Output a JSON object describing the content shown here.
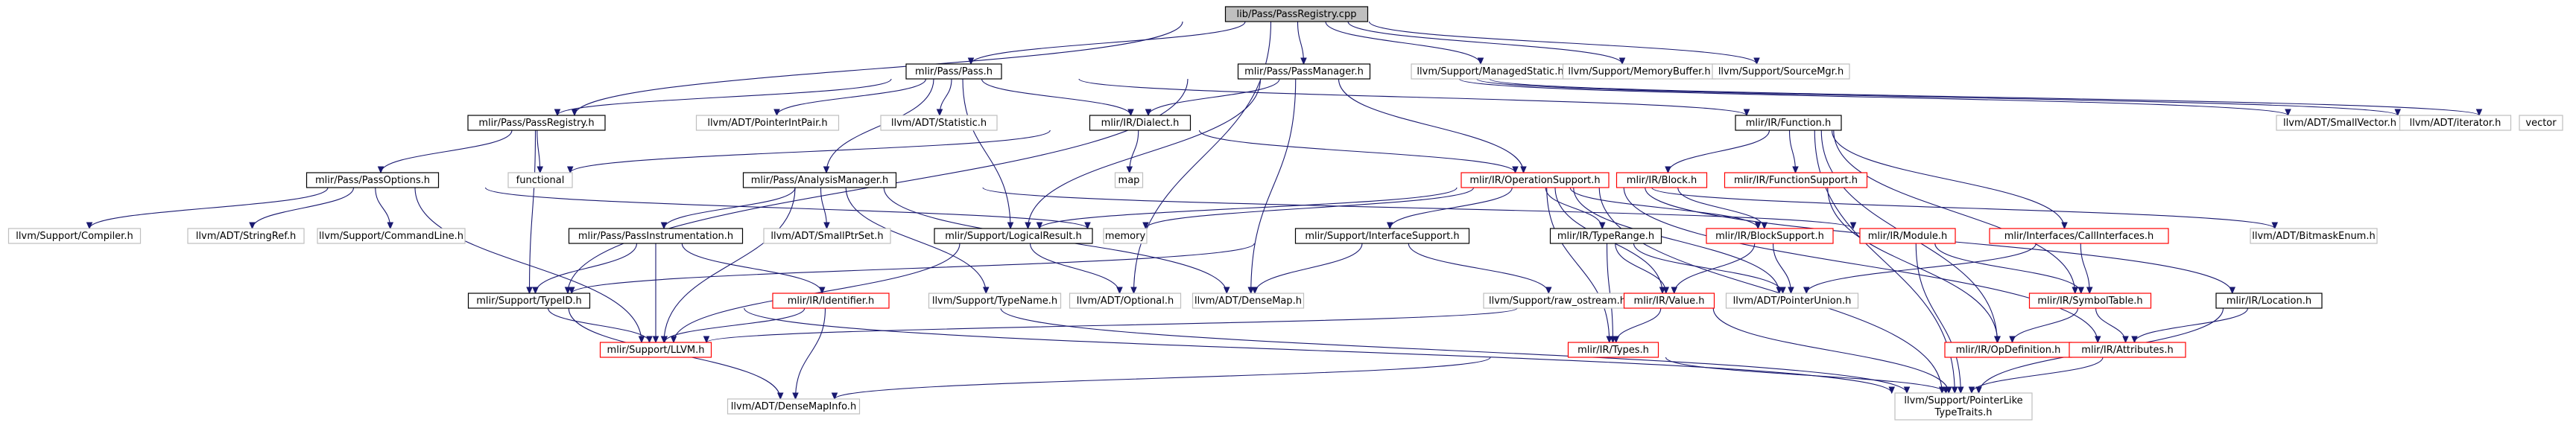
{
  "palette": {
    "root_fill": "#bfbfbf",
    "root_border": "#000000",
    "documented_border": "#000000",
    "red_border": "#ff0000",
    "external_border": "#bfbfbf",
    "edge": "#191970"
  },
  "nodes": [
    {
      "id": "root",
      "lines": [
        "lib/Pass/PassRegistry.cpp"
      ],
      "kind": "root"
    },
    {
      "id": "pass_h",
      "lines": [
        "mlir/Pass/Pass.h"
      ],
      "kind": "documented"
    },
    {
      "id": "passmanager_h",
      "lines": [
        "mlir/Pass/PassManager.h"
      ],
      "kind": "documented"
    },
    {
      "id": "managedstatic",
      "lines": [
        "llvm/Support/ManagedStatic.h"
      ],
      "kind": "external"
    },
    {
      "id": "memorybuffer",
      "lines": [
        "llvm/Support/MemoryBuffer.h"
      ],
      "kind": "external"
    },
    {
      "id": "sourcemgr",
      "lines": [
        "llvm/Support/SourceMgr.h"
      ],
      "kind": "external"
    },
    {
      "id": "passregistry_h",
      "lines": [
        "mlir/Pass/PassRegistry.h"
      ],
      "kind": "documented"
    },
    {
      "id": "pointerintpair",
      "lines": [
        "llvm/ADT/PointerIntPair.h"
      ],
      "kind": "external"
    },
    {
      "id": "statistic",
      "lines": [
        "llvm/ADT/Statistic.h"
      ],
      "kind": "external"
    },
    {
      "id": "dialect_h",
      "lines": [
        "mlir/IR/Dialect.h"
      ],
      "kind": "documented"
    },
    {
      "id": "function_h",
      "lines": [
        "mlir/IR/Function.h"
      ],
      "kind": "documented"
    },
    {
      "id": "smallvector",
      "lines": [
        "llvm/ADT/SmallVector.h"
      ],
      "kind": "external"
    },
    {
      "id": "iterator",
      "lines": [
        "llvm/ADT/iterator.h"
      ],
      "kind": "external"
    },
    {
      "id": "vector",
      "lines": [
        "vector"
      ],
      "kind": "external"
    },
    {
      "id": "functional",
      "lines": [
        "functional"
      ],
      "kind": "external"
    },
    {
      "id": "passoptions_h",
      "lines": [
        "mlir/Pass/PassOptions.h"
      ],
      "kind": "documented"
    },
    {
      "id": "analysismanager_h",
      "lines": [
        "mlir/Pass/AnalysisManager.h"
      ],
      "kind": "documented"
    },
    {
      "id": "map",
      "lines": [
        "map"
      ],
      "kind": "external"
    },
    {
      "id": "operationsupport_h",
      "lines": [
        "mlir/IR/OperationSupport.h"
      ],
      "kind": "red"
    },
    {
      "id": "block_h",
      "lines": [
        "mlir/IR/Block.h"
      ],
      "kind": "red"
    },
    {
      "id": "functionsupport_h",
      "lines": [
        "mlir/IR/FunctionSupport.h"
      ],
      "kind": "red"
    },
    {
      "id": "compiler",
      "lines": [
        "llvm/Support/Compiler.h"
      ],
      "kind": "external"
    },
    {
      "id": "stringref",
      "lines": [
        "llvm/ADT/StringRef.h"
      ],
      "kind": "external"
    },
    {
      "id": "commandline",
      "lines": [
        "llvm/Support/CommandLine.h"
      ],
      "kind": "external"
    },
    {
      "id": "passinstrumentation_h",
      "lines": [
        "mlir/Pass/PassInstrumentation.h"
      ],
      "kind": "documented"
    },
    {
      "id": "smallptrset",
      "lines": [
        "llvm/ADT/SmallPtrSet.h"
      ],
      "kind": "external"
    },
    {
      "id": "logicalresult_h",
      "lines": [
        "mlir/Support/LogicalResult.h"
      ],
      "kind": "documented"
    },
    {
      "id": "memory",
      "lines": [
        "memory"
      ],
      "kind": "external"
    },
    {
      "id": "interfacesupport_h",
      "lines": [
        "mlir/Support/InterfaceSupport.h"
      ],
      "kind": "documented"
    },
    {
      "id": "typerange_h",
      "lines": [
        "mlir/IR/TypeRange.h"
      ],
      "kind": "documented"
    },
    {
      "id": "blocksupport_h",
      "lines": [
        "mlir/IR/BlockSupport.h"
      ],
      "kind": "red"
    },
    {
      "id": "module_h",
      "lines": [
        "mlir/IR/Module.h"
      ],
      "kind": "red"
    },
    {
      "id": "callinterfaces_h",
      "lines": [
        "mlir/Interfaces/CallInterfaces.h"
      ],
      "kind": "red"
    },
    {
      "id": "bitmaskenum",
      "lines": [
        "llvm/ADT/BitmaskEnum.h"
      ],
      "kind": "external"
    },
    {
      "id": "typeid_h",
      "lines": [
        "mlir/Support/TypeID.h"
      ],
      "kind": "documented"
    },
    {
      "id": "identifier_h",
      "lines": [
        "mlir/IR/Identifier.h"
      ],
      "kind": "red"
    },
    {
      "id": "typename",
      "lines": [
        "llvm/Support/TypeName.h"
      ],
      "kind": "external"
    },
    {
      "id": "optional",
      "lines": [
        "llvm/ADT/Optional.h"
      ],
      "kind": "external"
    },
    {
      "id": "densemap",
      "lines": [
        "llvm/ADT/DenseMap.h"
      ],
      "kind": "external"
    },
    {
      "id": "raw_ostream",
      "lines": [
        "llvm/Support/raw_ostream.h"
      ],
      "kind": "external"
    },
    {
      "id": "value_h",
      "lines": [
        "mlir/IR/Value.h"
      ],
      "kind": "red"
    },
    {
      "id": "pointerunion",
      "lines": [
        "llvm/ADT/PointerUnion.h"
      ],
      "kind": "external"
    },
    {
      "id": "symboltable_h",
      "lines": [
        "mlir/IR/SymbolTable.h"
      ],
      "kind": "red"
    },
    {
      "id": "location_h",
      "lines": [
        "mlir/IR/Location.h"
      ],
      "kind": "documented"
    },
    {
      "id": "llvm_h",
      "lines": [
        "mlir/Support/LLVM.h"
      ],
      "kind": "red"
    },
    {
      "id": "types_h",
      "lines": [
        "mlir/IR/Types.h"
      ],
      "kind": "red"
    },
    {
      "id": "opdefinition_h",
      "lines": [
        "mlir/IR/OpDefinition.h"
      ],
      "kind": "red"
    },
    {
      "id": "attributes_h",
      "lines": [
        "mlir/IR/Attributes.h"
      ],
      "kind": "red"
    },
    {
      "id": "densemapinfo",
      "lines": [
        "llvm/ADT/DenseMapInfo.h"
      ],
      "kind": "external"
    },
    {
      "id": "pointerliketypetraits",
      "lines": [
        "llvm/Support/PointerLike",
        "TypeTraits.h"
      ],
      "kind": "external"
    }
  ],
  "edges": [
    [
      "root",
      "pass_h"
    ],
    [
      "root",
      "passmanager_h"
    ],
    [
      "root",
      "managedstatic"
    ],
    [
      "root",
      "memorybuffer"
    ],
    [
      "root",
      "sourcemgr"
    ],
    [
      "root",
      "passregistry_h"
    ],
    [
      "root",
      "optional"
    ],
    [
      "pass_h",
      "passregistry_h"
    ],
    [
      "pass_h",
      "pointerintpair"
    ],
    [
      "pass_h",
      "statistic"
    ],
    [
      "pass_h",
      "dialect_h"
    ],
    [
      "pass_h",
      "analysismanager_h"
    ],
    [
      "pass_h",
      "logicalresult_h"
    ],
    [
      "pass_h",
      "function_h"
    ],
    [
      "passmanager_h",
      "dialect_h"
    ],
    [
      "passmanager_h",
      "operationsupport_h"
    ],
    [
      "passmanager_h",
      "logicalresult_h"
    ],
    [
      "passmanager_h",
      "typeid_h"
    ],
    [
      "passmanager_h",
      "densemap"
    ],
    [
      "passmanager_h",
      "smallvector"
    ],
    [
      "passmanager_h",
      "iterator"
    ],
    [
      "passmanager_h",
      "vector"
    ],
    [
      "passregistry_h",
      "functional"
    ],
    [
      "passregistry_h",
      "passoptions_h"
    ],
    [
      "passregistry_h",
      "typeid_h"
    ],
    [
      "dialect_h",
      "functional"
    ],
    [
      "dialect_h",
      "map"
    ],
    [
      "dialect_h",
      "operationsupport_h"
    ],
    [
      "function_h",
      "block_h"
    ],
    [
      "function_h",
      "functionsupport_h"
    ],
    [
      "function_h",
      "callinterfaces_h"
    ],
    [
      "function_h",
      "symboltable_h"
    ],
    [
      "function_h",
      "opdefinition_h"
    ],
    [
      "function_h",
      "pointerliketypetraits"
    ],
    [
      "passoptions_h",
      "compiler"
    ],
    [
      "passoptions_h",
      "stringref"
    ],
    [
      "passoptions_h",
      "commandline"
    ],
    [
      "passoptions_h",
      "memory"
    ],
    [
      "passoptions_h",
      "llvm_h"
    ],
    [
      "analysismanager_h",
      "passinstrumentation_h"
    ],
    [
      "analysismanager_h",
      "smallptrset"
    ],
    [
      "analysismanager_h",
      "densemap"
    ],
    [
      "analysismanager_h",
      "typename"
    ],
    [
      "analysismanager_h",
      "llvm_h"
    ],
    [
      "analysismanager_h",
      "module_h"
    ],
    [
      "operationsupport_h",
      "interfacesupport_h"
    ],
    [
      "operationsupport_h",
      "typerange_h"
    ],
    [
      "operationsupport_h",
      "blocksupport_h"
    ],
    [
      "operationsupport_h",
      "bitmaskenum"
    ],
    [
      "operationsupport_h",
      "memory"
    ],
    [
      "operationsupport_h",
      "logicalresult_h"
    ],
    [
      "operationsupport_h",
      "pointerunion"
    ],
    [
      "operationsupport_h",
      "value_h"
    ],
    [
      "operationsupport_h",
      "types_h"
    ],
    [
      "operationsupport_h",
      "attributes_h"
    ],
    [
      "operationsupport_h",
      "location_h"
    ],
    [
      "operationsupport_h",
      "pointerliketypetraits"
    ],
    [
      "block_h",
      "blocksupport_h"
    ],
    [
      "functionsupport_h",
      "opdefinition_h"
    ],
    [
      "passinstrumentation_h",
      "typeid_h"
    ],
    [
      "passinstrumentation_h",
      "llvm_h"
    ],
    [
      "passinstrumentation_h",
      "identifier_h"
    ],
    [
      "logicalresult_h",
      "optional"
    ],
    [
      "logicalresult_h",
      "llvm_h"
    ],
    [
      "interfacesupport_h",
      "typeid_h"
    ],
    [
      "interfacesupport_h",
      "densemap"
    ],
    [
      "interfacesupport_h",
      "raw_ostream"
    ],
    [
      "typerange_h",
      "value_h"
    ],
    [
      "typerange_h",
      "types_h"
    ],
    [
      "typerange_h",
      "pointerunion"
    ],
    [
      "blocksupport_h",
      "value_h"
    ],
    [
      "blocksupport_h",
      "pointerunion"
    ],
    [
      "module_h",
      "symboltable_h"
    ],
    [
      "module_h",
      "pointerliketypetraits"
    ],
    [
      "callinterfaces_h",
      "symboltable_h"
    ],
    [
      "callinterfaces_h",
      "pointerunion"
    ],
    [
      "typeid_h",
      "llvm_h"
    ],
    [
      "typeid_h",
      "densemapinfo"
    ],
    [
      "typeid_h",
      "pointerliketypetraits"
    ],
    [
      "identifier_h",
      "llvm_h"
    ],
    [
      "identifier_h",
      "densemapinfo"
    ],
    [
      "identifier_h",
      "pointerliketypetraits"
    ],
    [
      "value_h",
      "types_h"
    ],
    [
      "value_h",
      "llvm_h"
    ],
    [
      "value_h",
      "pointerliketypetraits"
    ],
    [
      "symboltable_h",
      "opdefinition_h"
    ],
    [
      "symboltable_h",
      "attributes_h"
    ],
    [
      "location_h",
      "attributes_h"
    ],
    [
      "location_h",
      "pointerliketypetraits"
    ],
    [
      "types_h",
      "densemapinfo"
    ],
    [
      "types_h",
      "pointerliketypetraits"
    ],
    [
      "attributes_h",
      "pointerliketypetraits"
    ]
  ]
}
